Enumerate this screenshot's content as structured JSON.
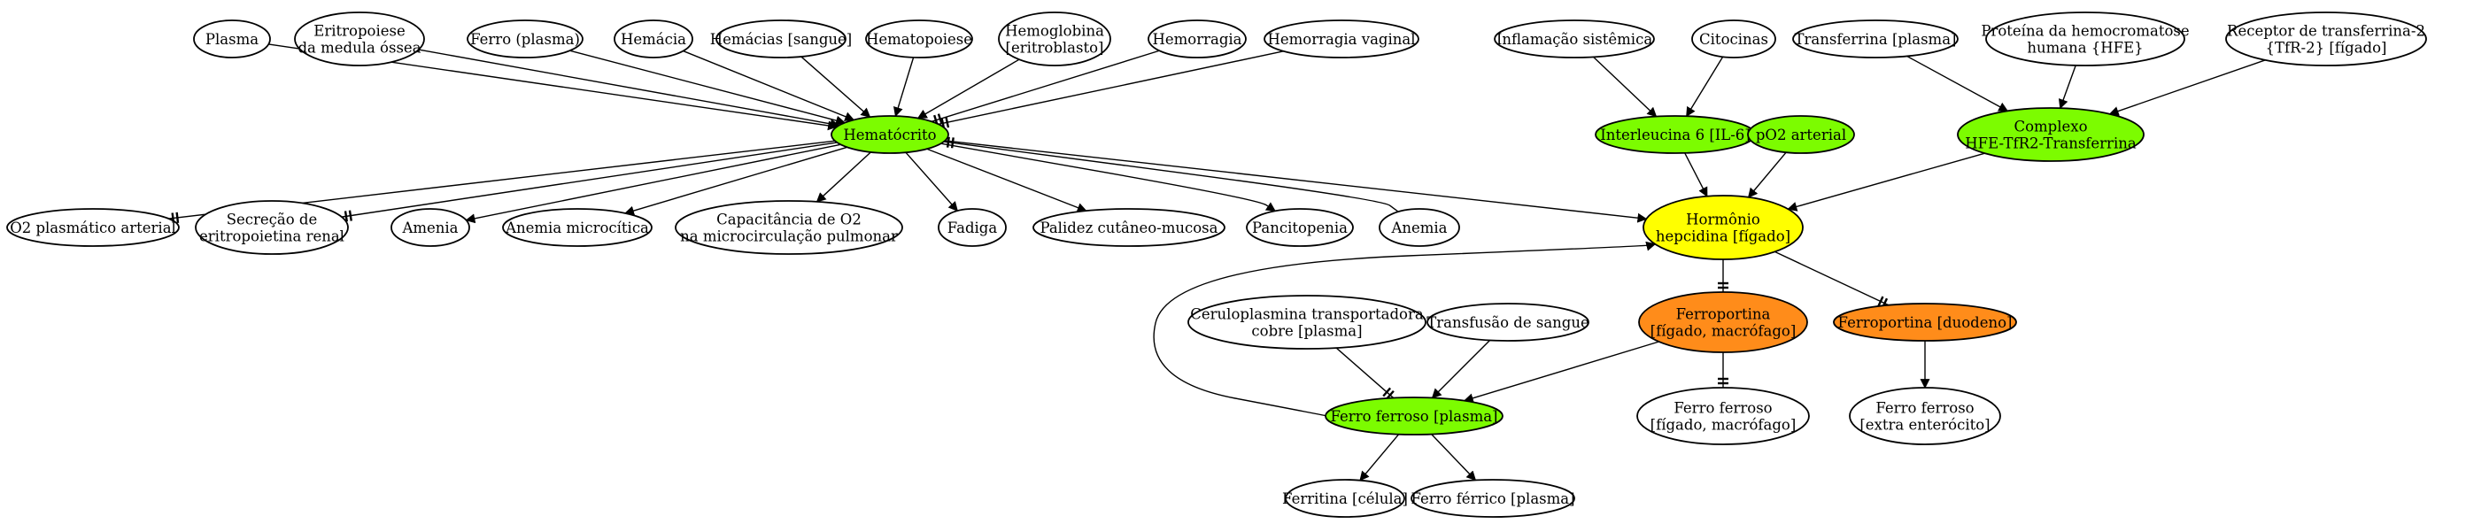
{
  "nodes": {
    "plasma": {
      "lines": [
        "Plasma"
      ],
      "fill": "#ffffff"
    },
    "eritropoiese": {
      "lines": [
        "Eritropoiese",
        "da medula óssea"
      ],
      "fill": "#ffffff"
    },
    "ferro_plasma_top": {
      "lines": [
        "Ferro (plasma)"
      ],
      "fill": "#ffffff"
    },
    "hemacia": {
      "lines": [
        "Hemácia"
      ],
      "fill": "#ffffff"
    },
    "hemacias_sangue": {
      "lines": [
        "Hemácias [sangue]"
      ],
      "fill": "#ffffff"
    },
    "hematopoiese": {
      "lines": [
        "Hematopoiese"
      ],
      "fill": "#ffffff"
    },
    "hemoglobina": {
      "lines": [
        "Hemoglobina",
        "[eritroblasto]"
      ],
      "fill": "#ffffff"
    },
    "hemorragia": {
      "lines": [
        "Hemorragia"
      ],
      "fill": "#ffffff"
    },
    "hemorragia_vaginal": {
      "lines": [
        "Hemorragia vaginal"
      ],
      "fill": "#ffffff"
    },
    "inflamacao": {
      "lines": [
        "Inflamação sistêmica"
      ],
      "fill": "#ffffff"
    },
    "citocinas": {
      "lines": [
        "Citocinas"
      ],
      "fill": "#ffffff"
    },
    "transferrina": {
      "lines": [
        "Transferrina [plasma]"
      ],
      "fill": "#ffffff"
    },
    "proteina_hfe": {
      "lines": [
        "Proteína da hemocromatose",
        "humana {HFE}"
      ],
      "fill": "#ffffff"
    },
    "receptor_tfr2": {
      "lines": [
        "Receptor de transferrina-2",
        "{TfR-2} [fígado]"
      ],
      "fill": "#ffffff"
    },
    "hematocrito": {
      "lines": [
        "Hematócrito"
      ],
      "fill": "#7cfc00"
    },
    "interleucina": {
      "lines": [
        "Interleucina 6 [IL-6]"
      ],
      "fill": "#7cfc00"
    },
    "po2": {
      "lines": [
        "pO2 arterial"
      ],
      "fill": "#7cfc00"
    },
    "complexo": {
      "lines": [
        "Complexo",
        "HFE-TfR2-Transferrina"
      ],
      "fill": "#7cfc00"
    },
    "o2_plasmatico": {
      "lines": [
        "O2 plasmático arterial"
      ],
      "fill": "#ffffff"
    },
    "secrecao": {
      "lines": [
        "Secreção de",
        "eritropoietina renal"
      ],
      "fill": "#ffffff"
    },
    "amenia": {
      "lines": [
        "Amenia"
      ],
      "fill": "#ffffff"
    },
    "anemia_microcitica": {
      "lines": [
        "Anemia microcítica"
      ],
      "fill": "#ffffff"
    },
    "capacitancia": {
      "lines": [
        "Capacitância de O2",
        "na microcirculação pulmonar"
      ],
      "fill": "#ffffff"
    },
    "fadiga": {
      "lines": [
        "Fadiga"
      ],
      "fill": "#ffffff"
    },
    "palidez": {
      "lines": [
        "Palidez cutâneo-mucosa"
      ],
      "fill": "#ffffff"
    },
    "pancitopenia": {
      "lines": [
        "Pancitopenia"
      ],
      "fill": "#ffffff"
    },
    "anemia": {
      "lines": [
        "Anemia"
      ],
      "fill": "#ffffff"
    },
    "hepcidina": {
      "lines": [
        "Hormônio",
        "hepcidina [fígado]"
      ],
      "fill": "#ffff00"
    },
    "ferroportina_figado": {
      "lines": [
        "Ferroportina",
        "[fígado, macrófago]"
      ],
      "fill": "#ff8c1a"
    },
    "ferroportina_duodeno": {
      "lines": [
        "Ferroportina [duodeno]"
      ],
      "fill": "#ff8c1a"
    },
    "ceruloplasmina": {
      "lines": [
        "Ceruloplasmina transportadora",
        "cobre [plasma]"
      ],
      "fill": "#ffffff"
    },
    "transfusao": {
      "lines": [
        "Transfusão de sangue"
      ],
      "fill": "#ffffff"
    },
    "ferro_ferroso_plasma": {
      "lines": [
        "Ferro ferroso [plasma]"
      ],
      "fill": "#7cfc00"
    },
    "ferro_ferroso_figado": {
      "lines": [
        "Ferro ferroso",
        "[fígado, macrófago]"
      ],
      "fill": "#ffffff"
    },
    "ferro_ferroso_extra": {
      "lines": [
        "Ferro ferroso",
        "[extra enterócito]"
      ],
      "fill": "#ffffff"
    },
    "ferritina": {
      "lines": [
        "Ferritina [célula]"
      ],
      "fill": "#ffffff"
    },
    "ferro_ferrico": {
      "lines": [
        "Ferro férrico [plasma]"
      ],
      "fill": "#ffffff"
    }
  },
  "edges": [
    {
      "from": "plasma",
      "to": "hematocrito",
      "head": "arrow"
    },
    {
      "from": "eritropoiese",
      "to": "hematocrito",
      "head": "arrow"
    },
    {
      "from": "ferro_plasma_top",
      "to": "hematocrito",
      "head": "arrow"
    },
    {
      "from": "hemacia",
      "to": "hematocrito",
      "head": "arrow"
    },
    {
      "from": "hemacias_sangue",
      "to": "hematocrito",
      "head": "arrow"
    },
    {
      "from": "hematopoiese",
      "to": "hematocrito",
      "head": "arrow"
    },
    {
      "from": "hemoglobina",
      "to": "hematocrito",
      "head": "arrow"
    },
    {
      "from": "hemorragia",
      "to": "hematocrito",
      "head": "tee"
    },
    {
      "from": "hemorragia_vaginal",
      "to": "hematocrito",
      "head": "tee"
    },
    {
      "from": "anemia",
      "to": "hematocrito",
      "head": "tee"
    },
    {
      "from": "hematocrito",
      "to": "o2_plasmatico",
      "head": "tee"
    },
    {
      "from": "hematocrito",
      "to": "secrecao",
      "head": "tee"
    },
    {
      "from": "hematocrito",
      "to": "amenia",
      "head": "arrow"
    },
    {
      "from": "hematocrito",
      "to": "anemia_microcitica",
      "head": "arrow"
    },
    {
      "from": "hematocrito",
      "to": "capacitancia",
      "head": "arrow"
    },
    {
      "from": "hematocrito",
      "to": "fadiga",
      "head": "arrow"
    },
    {
      "from": "hematocrito",
      "to": "palidez",
      "head": "arrow"
    },
    {
      "from": "hematocrito",
      "to": "pancitopenia",
      "head": "arrow"
    },
    {
      "from": "hematocrito",
      "to": "hepcidina",
      "head": "arrow"
    },
    {
      "from": "inflamacao",
      "to": "interleucina",
      "head": "arrow"
    },
    {
      "from": "citocinas",
      "to": "interleucina",
      "head": "arrow"
    },
    {
      "from": "transferrina",
      "to": "complexo",
      "head": "arrow"
    },
    {
      "from": "proteina_hfe",
      "to": "complexo",
      "head": "arrow"
    },
    {
      "from": "receptor_tfr2",
      "to": "complexo",
      "head": "arrow"
    },
    {
      "from": "interleucina",
      "to": "hepcidina",
      "head": "arrow"
    },
    {
      "from": "po2",
      "to": "hepcidina",
      "head": "arrow"
    },
    {
      "from": "complexo",
      "to": "hepcidina",
      "head": "arrow"
    },
    {
      "from": "hepcidina",
      "to": "ferroportina_figado",
      "head": "tee"
    },
    {
      "from": "hepcidina",
      "to": "ferroportina_duodeno",
      "head": "tee"
    },
    {
      "from": "ferroportina_figado",
      "to": "ferro_ferroso_figado",
      "head": "tee"
    },
    {
      "from": "ferroportina_figado",
      "to": "ferro_ferroso_plasma",
      "head": "arrow"
    },
    {
      "from": "ferroportina_duodeno",
      "to": "ferro_ferroso_extra",
      "head": "arrow"
    },
    {
      "from": "ceruloplasmina",
      "to": "ferro_ferroso_plasma",
      "head": "tee"
    },
    {
      "from": "transfusao",
      "to": "ferro_ferroso_plasma",
      "head": "arrow"
    },
    {
      "from": "ferro_ferroso_plasma",
      "to": "ferritina",
      "head": "arrow"
    },
    {
      "from": "ferro_ferroso_plasma",
      "to": "ferro_ferrico",
      "head": "arrow"
    },
    {
      "from": "ferro_ferroso_plasma",
      "to": "hepcidina",
      "head": "arrow"
    }
  ]
}
